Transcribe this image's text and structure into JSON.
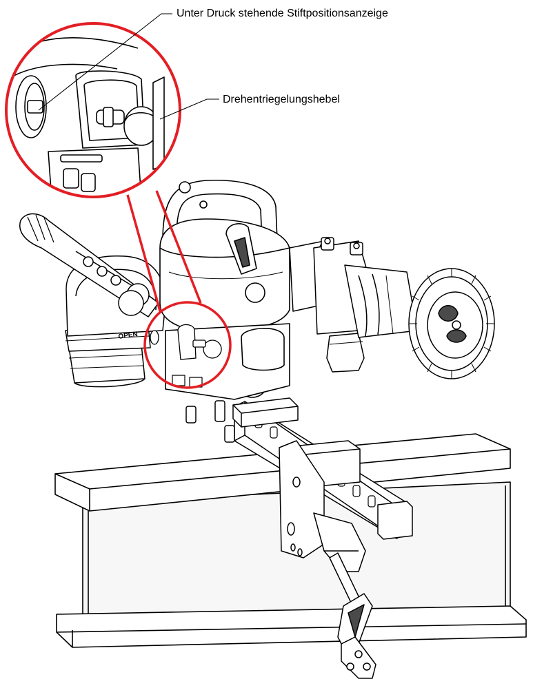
{
  "callouts": {
    "pressure_pin_indicator": "Unter Druck stehende Stiftpositionsanzeige",
    "rotary_release_lever": "Drehentriegelungshebel"
  },
  "body_marks": {
    "open_label": "OPEN"
  },
  "colors": {
    "line": "#000000",
    "highlight": "#e31e24",
    "fill": "#ffffff",
    "shade": "#4a4a4a"
  }
}
